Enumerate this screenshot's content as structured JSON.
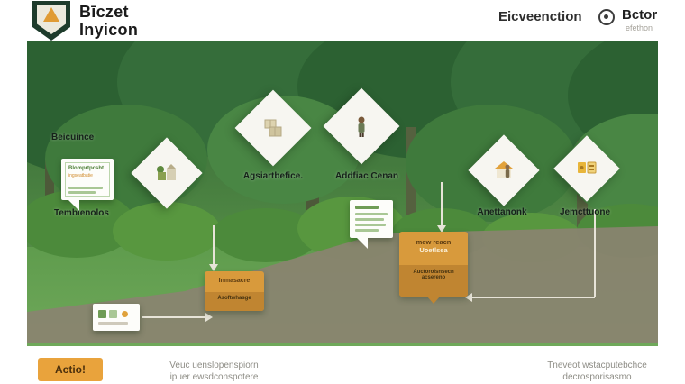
{
  "header": {
    "brand_line1": "Bīczet",
    "brand_line2": "Inyicon",
    "nav_label": "Eicveenction",
    "actor_label": "Bctor",
    "actor_sub": "efethon"
  },
  "scene": {
    "label_top_left": "Beicuince",
    "label_bottom_left": "Temblenolos",
    "card_left_line1": "Blomprtpcsht",
    "card_left_line2": "ingseatbatie",
    "diamond_labels": {
      "d2": "Agsiartbefice.",
      "d3": "Addfiac Cenan",
      "d4": "Anettanonk",
      "d5": "Jemcttuone"
    },
    "tag1_line1": "Inmasacre",
    "tag1_line2": "Asoftwhasge",
    "tag2_line1": "mew reacn",
    "tag2_line2": "Uoetlsea",
    "tag2_line3": "Auctorolsnsecn",
    "tag2_line4": "acsereno"
  },
  "footer": {
    "action_button": "Actio!",
    "note_center_line1": "Veuc uenslopenspiorn",
    "note_center_line2": "ipuer ewsdconspotere",
    "note_right_line1": "Tneveot wstacputebchce",
    "note_right_line2": "decrosporisasmo"
  }
}
